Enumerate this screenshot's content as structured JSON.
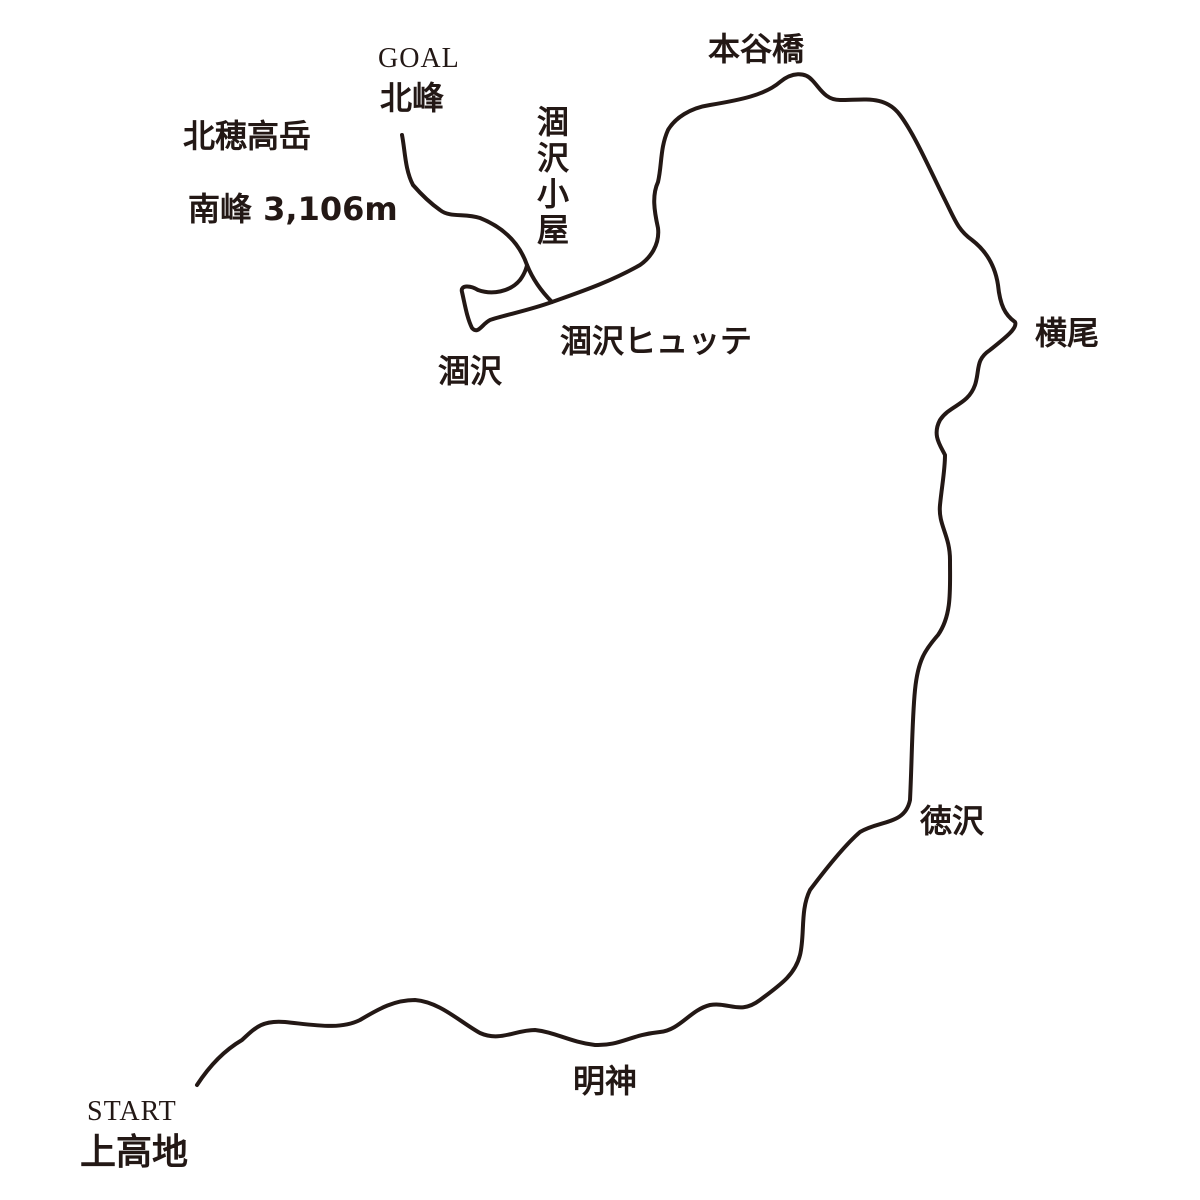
{
  "start": {
    "tag": "START",
    "name": "上高地"
  },
  "goal": {
    "tag": "GOAL",
    "name": "北峰"
  },
  "places": {
    "myojin": "明神",
    "tokusawa": "徳沢",
    "yokoo": "横尾",
    "hondanibashi": "本谷橋",
    "karasawa_hutte": "涸沢ヒュッテ",
    "karasawa_goya": "涸沢小屋",
    "karasawa": "涸沢",
    "kitahotaka": "北穂高岳",
    "minamimine": "南峰 3,106m"
  },
  "colors": {
    "route": "#231815",
    "text": "#231815"
  }
}
